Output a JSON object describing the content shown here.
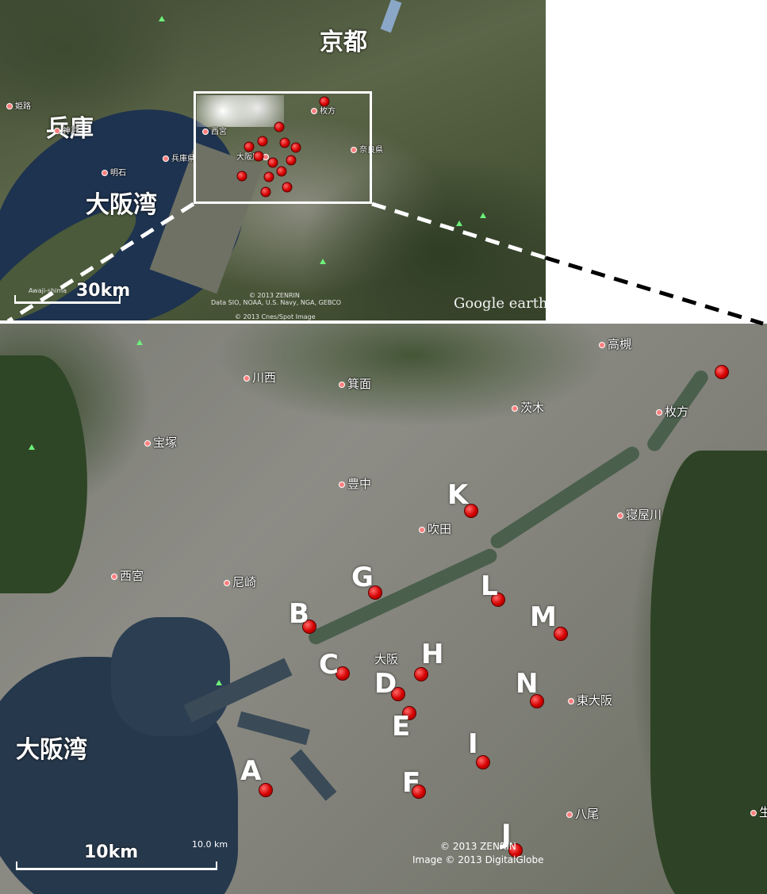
{
  "overview": {
    "regions": {
      "kyoto": "京都",
      "hyogo": "兵庫",
      "osaka_bay": "大阪湾"
    },
    "cities": {
      "himeji": "姫路",
      "kobe": "神戸",
      "akashi": "明石",
      "hyogo_pref": "兵庫県",
      "nishinomiya": "西宮",
      "osaka_pref": "大阪府",
      "hirakata": "枚方",
      "nara_pref": "奈良県"
    },
    "awaji": "Awaji-shima",
    "scale_label": "30km",
    "copyright": "© 2013 ZENRIN",
    "data_credit": "Data SIO, NOAA, U.S. Navy, NGA, GEBCO",
    "image_credit": "© 2013 Cnes/Spot Image",
    "brand": "Google earth"
  },
  "detail": {
    "region_osaka_bay": "大阪湾",
    "cities": {
      "takatsuki": "高槻",
      "kawanishi": "川西",
      "minoh": "箕面",
      "ibaraki": "茨木",
      "hirakata": "枚方",
      "takarazuka": "宝塚",
      "toyonaka": "豊中",
      "neyagawa": "寝屋川",
      "suita": "吹田",
      "nishinomiya": "西宮",
      "amagasaki": "尼崎",
      "osaka": "大阪",
      "higashiosaka": "東大阪",
      "yao": "八尾",
      "edge": "生"
    },
    "sites": [
      "A",
      "B",
      "C",
      "D",
      "E",
      "F",
      "G",
      "H",
      "I",
      "J",
      "K",
      "L",
      "M",
      "N"
    ],
    "scale_label": "10km",
    "scale_tick": "10.0 km",
    "copyright": "© 2013 ZENRIN",
    "image_credit": "Image © 2013 DigitalGlobe"
  },
  "colors": {
    "marker": "#d40000",
    "frame": "#ffffff",
    "sea": "#26384c"
  }
}
